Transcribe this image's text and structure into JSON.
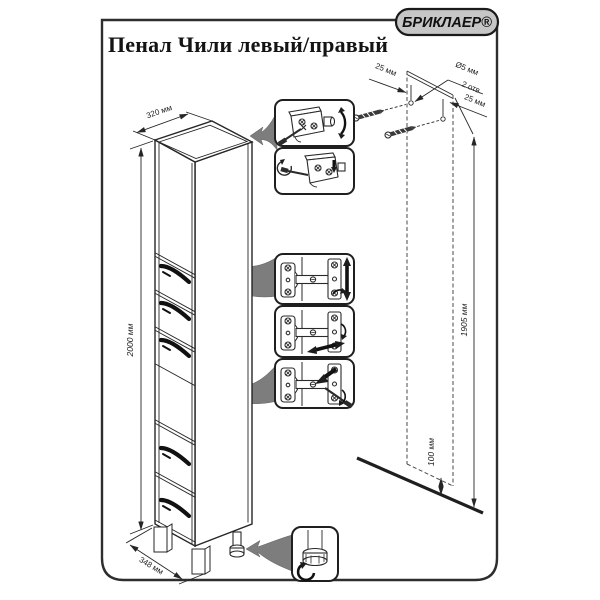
{
  "page": {
    "title": "Пенал Чили левый/правый",
    "brand_badge": "БРИКЛАЕР®"
  },
  "dims": {
    "width_top": "320 мм",
    "height": "2000 мм",
    "depth_bottom": "348 мм",
    "offset_left": "25 мм",
    "offset_right": "25 мм",
    "hole_diameter": "Ø5 мм",
    "hole_count": "2 отв.",
    "mount_height": "1905 мм",
    "floor_gap": "100 мм"
  },
  "colors": {
    "line": "#262626",
    "badge_fill": "#c6c6c6",
    "arrow_gray": "#7d7d7d",
    "background": "#ffffff"
  }
}
